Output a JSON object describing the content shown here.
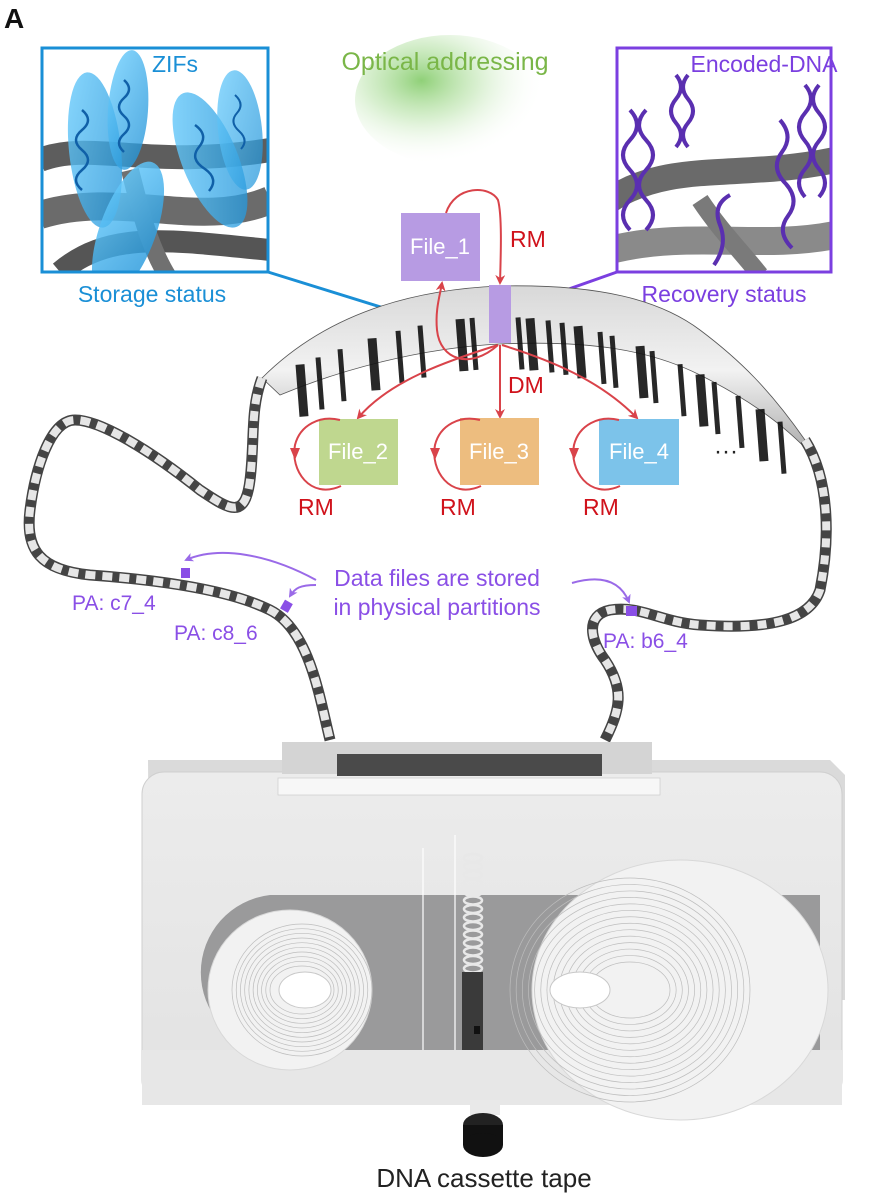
{
  "panel_label": "A",
  "colors": {
    "storage_blue": "#1a8fd6",
    "recovery_purple": "#7b3fe0",
    "optical_green": "#7ab648",
    "arrow_red": "#d9434a",
    "label_red": "#d0121b",
    "pa_purple": "#8a4fe6",
    "file1": "#b79be3",
    "file2": "#bfd78f",
    "file3": "#edbd7f",
    "file4": "#7cc3ea",
    "caption": "#222222"
  },
  "insets": {
    "left": {
      "title": "ZIFs",
      "caption": "Storage status"
    },
    "right": {
      "title": "Encoded-DNA",
      "caption": "Recovery status"
    }
  },
  "optical": {
    "label": "Optical addressing"
  },
  "files": [
    {
      "label": "File_1",
      "loop_label": "RM"
    },
    {
      "label": "File_2",
      "loop_label": "RM"
    },
    {
      "label": "File_3",
      "loop_label": "RM"
    },
    {
      "label": "File_4",
      "loop_label": "RM"
    }
  ],
  "ellipsis": "···",
  "dm_label": "DM",
  "partitions": {
    "note_line1": "Data files are stored",
    "note_line2": "in physical partitions",
    "labels": [
      "PA: c7_4",
      "PA: c8_6",
      "PA: b6_4"
    ]
  },
  "caption": "DNA cassette tape"
}
